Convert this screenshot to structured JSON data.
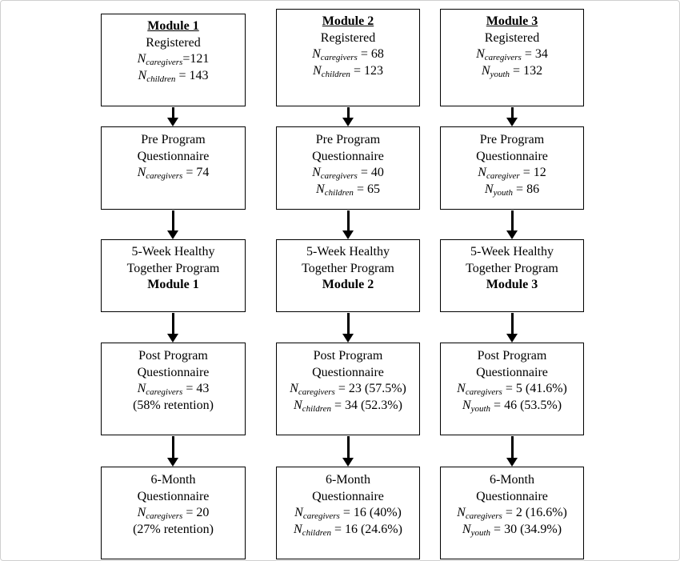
{
  "modules": [
    {
      "registered": {
        "title": "Module 1",
        "label": "Registered",
        "counts": [
          {
            "sym": "N",
            "sub": "caregivers",
            "val": "=121"
          },
          {
            "sym": "N",
            "sub": "children",
            "val": " = 143"
          }
        ]
      },
      "pre": {
        "line1": "Pre Program",
        "line2": "Questionnaire",
        "counts": [
          {
            "sym": "N",
            "sub": "caregivers",
            "val": " = 74"
          }
        ]
      },
      "program": {
        "line1": "5-Week Healthy",
        "line2": "Together Program",
        "line3": "Module 1"
      },
      "post": {
        "line1": "Post Program",
        "line2": "Questionnaire",
        "counts": [
          {
            "sym": "N",
            "sub": "caregivers",
            "val": " = 43"
          }
        ],
        "note": "(58% retention)"
      },
      "six": {
        "line1": "6-Month",
        "line2": "Questionnaire",
        "counts": [
          {
            "sym": "N",
            "sub": "caregivers",
            "val": " = 20"
          }
        ],
        "note": "(27% retention)"
      }
    },
    {
      "registered": {
        "title": "Module 2",
        "label": "Registered",
        "counts": [
          {
            "sym": "N",
            "sub": "caregivers",
            "val": " = 68"
          },
          {
            "sym": "N",
            "sub": "children",
            "val": " = 123"
          }
        ]
      },
      "pre": {
        "line1": "Pre Program",
        "line2": "Questionnaire",
        "counts": [
          {
            "sym": "N",
            "sub": "caregivers",
            "val": " = 40"
          },
          {
            "sym": "N",
            "sub": "children",
            "val": " = 65"
          }
        ]
      },
      "program": {
        "line1": "5-Week Healthy",
        "line2": "Together Program",
        "line3": "Module 2"
      },
      "post": {
        "line1": "Post Program",
        "line2": "Questionnaire",
        "counts": [
          {
            "sym": "N",
            "sub": "caregivers",
            "val": " = 23 (57.5%)"
          },
          {
            "sym": "N",
            "sub": "children",
            "val": " = 34 (52.3%)"
          }
        ],
        "note": ""
      },
      "six": {
        "line1": "6-Month",
        "line2": "Questionnaire",
        "counts": [
          {
            "sym": "N",
            "sub": "caregivers",
            "val": " = 16 (40%)"
          },
          {
            "sym": "N",
            "sub": "children",
            "val": " = 16 (24.6%)"
          }
        ],
        "note": ""
      }
    },
    {
      "registered": {
        "title": "Module 3",
        "label": "Registered",
        "counts": [
          {
            "sym": "N",
            "sub": "caregivers",
            "val": " = 34"
          },
          {
            "sym": "N",
            "sub": "youth",
            "val": " = 132"
          }
        ]
      },
      "pre": {
        "line1": "Pre Program",
        "line2": "Questionnaire",
        "counts": [
          {
            "sym": "N",
            "sub": "caregiver",
            "val": " = 12"
          },
          {
            "sym": "N",
            "sub": "youth",
            "val": " = 86"
          }
        ]
      },
      "program": {
        "line1": "5-Week Healthy",
        "line2": "Together Program",
        "line3": "Module 3"
      },
      "post": {
        "line1": "Post Program",
        "line2": "Questionnaire",
        "counts": [
          {
            "sym": "N",
            "sub": "caregivers",
            "val": " = 5 (41.6%)"
          },
          {
            "sym": "N",
            "sub": "youth",
            "val": " = 46 (53.5%)"
          }
        ],
        "note": ""
      },
      "six": {
        "line1": "6-Month",
        "line2": "Questionnaire",
        "counts": [
          {
            "sym": "N",
            "sub": "caregivers",
            "val": " =  2 (16.6%)"
          },
          {
            "sym": "N",
            "sub": "youth",
            "val": " = 30 (34.9%)"
          }
        ],
        "note": ""
      }
    }
  ]
}
